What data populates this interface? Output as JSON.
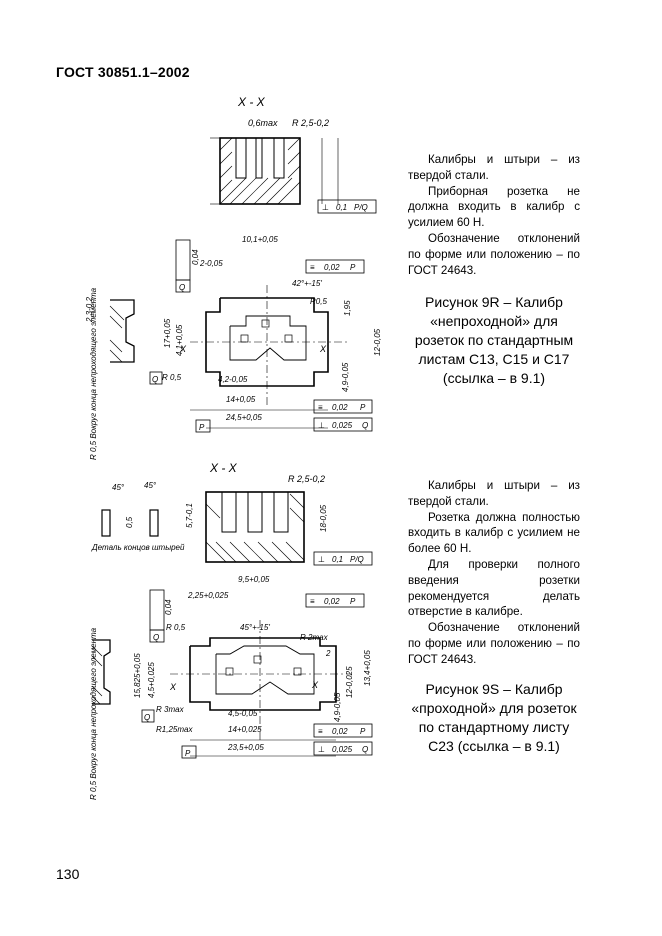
{
  "header": {
    "standard": "ГОСТ 30851.1–2002"
  },
  "figure_9r": {
    "notes": [
      "Калибры и штыри – из твердой стали.",
      "Приборная розетка не должна входить в калибр с усилием 60 Н.",
      "Обозначение отклонений по форме или положению – по ГОСТ 24643."
    ],
    "caption": "Рисунок 9R – Калибр «непроходной» для розеток по стандартным листам С13, С15 и С17 (ссылка – в 9.1)",
    "section_label": "X - X",
    "labels": {
      "r_edge": "R 0,5 Вокруг конца непроходящего элемента",
      "flatness": "0,6max",
      "radius": "R 2,5-0,2",
      "dim_10_1": "10,1+0,05",
      "dim_2": "2-0,05",
      "angle": "42°+-15'",
      "tol_0_04": "0,04",
      "tol_0_02": "0,02",
      "tol_0_1": "0,1",
      "tol_0_025": "0,025",
      "datum_p": "P",
      "datum_q": "Q",
      "datum_pq": "P/Q",
      "dim_14": "14+0,05",
      "dim_24_5": "24,5+0,05",
      "dim_1_95": "1,95",
      "dim_12": "12-0,05",
      "dim_4_9": "4,9-0,05",
      "dim_4_2": "4,2-0,05",
      "r05": "R 0,5",
      "r05b": "R0,5",
      "dim_17": "17+0,05",
      "dim_4_1": "4,1+0,05",
      "dim_2_3": "2,3-0,2",
      "cut": "X"
    }
  },
  "figure_9s": {
    "notes": [
      "Калибры и штыри – из твердой стали.",
      "Розетка должна полностью входить в калибр с усилием не более 60 Н.",
      "Для проверки полного введения розетки рекомендуется делать отверстие в калибре.",
      "Обозначение отклонений по форме или положению – по ГОСТ 24643."
    ],
    "caption": "Рисунок 9S – Калибр «проходной» для розеток по стандартному листу С23 (ссылка – в 9.1)",
    "section_label": "X - X",
    "labels": {
      "detail": "Деталь концов штырей",
      "angle1": "45°",
      "angle2": "45°",
      "dim_0_5": "0,5",
      "radius": "R 2,5-0,2",
      "dim_5_7": "5,7-0,1",
      "dim_18": "18-0,05",
      "tol_0_1": "0,1",
      "datum_pq": "P/Q",
      "dim_2_25": "2,25+0,025",
      "dim_9_5": "9,5+0,05",
      "angle": "45°+-15'",
      "r05": "R 0,5",
      "r2max": "R 2max",
      "r3max": "R 3max",
      "r125": "R1,25max",
      "dim_15_825": "15,825+0,05",
      "dim_4_5": "4,5+0,025",
      "dim_4_5b": "4,5-0,05",
      "dim_14": "14+0,025",
      "dim_23_5": "23,5+0,05",
      "dim_12": "12-0,025",
      "dim_13_4": "13,4+0,05",
      "dim_4_9": "4,9-0,05",
      "dim_2": "2",
      "r_edge": "R 0,5 Вокруг конца непроходящего элемента"
    }
  },
  "page": {
    "number": "130"
  }
}
